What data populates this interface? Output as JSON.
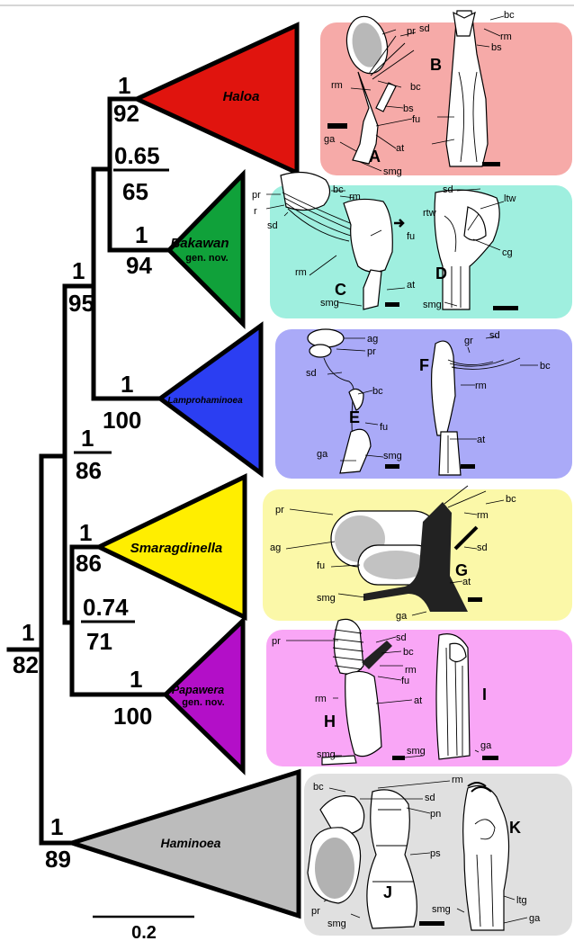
{
  "colors": {
    "haloa": "#e0140e",
    "bakawan": "#10a13a",
    "lamprohaminoea": "#2b3ef2",
    "smaragdinella": "#ffee00",
    "papawera": "#b30fc8",
    "haminoea": "#bcbcbc",
    "panel_ab": "#f6aaa8",
    "panel_cd": "#9fefdf",
    "panel_ef": "#aaaaf8",
    "panel_g": "#fbf8a8",
    "panel_hi": "#f9a6f6",
    "panel_jk": "#e0e0e0"
  },
  "tree": {
    "clades": [
      {
        "id": "haloa",
        "name": "Haloa",
        "suffix": ""
      },
      {
        "id": "bakawan",
        "name": "Bakawan",
        "suffix": "gen. nov."
      },
      {
        "id": "lamprohaminoea",
        "name": "Lamprohaminoea",
        "suffix": ""
      },
      {
        "id": "smaragdinella",
        "name": "Smaragdinella",
        "suffix": ""
      },
      {
        "id": "papawera",
        "name": "Papawera",
        "suffix": "gen. nov."
      },
      {
        "id": "haminoea",
        "name": "Haminoea",
        "suffix": ""
      }
    ],
    "supports": {
      "haloa": {
        "pp": "1",
        "bs": "92"
      },
      "haloa_bakawan": {
        "pp": "0.65",
        "bs": "65"
      },
      "bakawan": {
        "pp": "1",
        "bs": "94"
      },
      "hbl": {
        "pp": "1",
        "bs": "95"
      },
      "lamprohaminoea": {
        "pp": "1",
        "bs": "100"
      },
      "in_group": {
        "pp": "1",
        "bs": "86"
      },
      "smaragdinella": {
        "pp": "1",
        "bs": "86"
      },
      "smar_papa": {
        "pp": "0.74",
        "bs": "71"
      },
      "papawera": {
        "pp": "1",
        "bs": "100"
      },
      "haminoea": {
        "pp": "1",
        "bs": "89"
      },
      "root": {
        "pp": "1",
        "bs": "82"
      }
    },
    "scale_bar": "0.2"
  },
  "panels": {
    "ab": {
      "letters": [
        "A",
        "B"
      ],
      "labels": [
        "pr",
        "sd",
        "rm",
        "bc",
        "bs",
        "fu",
        "at",
        "ga",
        "smg",
        "bc",
        "rm",
        "bs"
      ]
    },
    "cd": {
      "letters": [
        "C",
        "D"
      ],
      "labels": [
        "pr",
        "r",
        "bc",
        "rm",
        "sd",
        "rm",
        "fu",
        "at",
        "smg",
        "sd",
        "rtw",
        "ltw",
        "cg",
        "smg"
      ]
    },
    "ef": {
      "letters": [
        "E",
        "F"
      ],
      "labels": [
        "ag",
        "pr",
        "sd",
        "bc",
        "fu",
        "ga",
        "smg",
        "at",
        "gr",
        "sd",
        "bc",
        "rm"
      ]
    },
    "g": {
      "letters": [
        "G"
      ],
      "labels": [
        "pr",
        "ag",
        "fu",
        "smg",
        "ga",
        "bc",
        "rm",
        "sd",
        "at"
      ]
    },
    "hi": {
      "letters": [
        "H",
        "I"
      ],
      "labels": [
        "pr",
        "sd",
        "bc",
        "rm",
        "fu",
        "at",
        "rm",
        "smg",
        "smg",
        "ga"
      ]
    },
    "jk": {
      "letters": [
        "J",
        "K"
      ],
      "labels": [
        "bc",
        "rm",
        "sd",
        "pn",
        "ps",
        "pr",
        "smg",
        "ltg",
        "smg",
        "ga"
      ]
    }
  }
}
